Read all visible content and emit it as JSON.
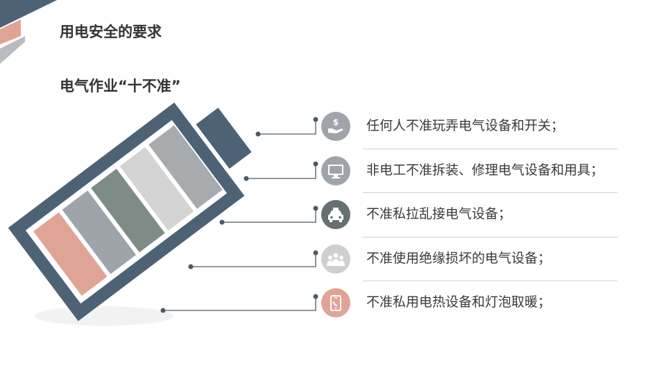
{
  "slide": {
    "title": "用电安全的要求",
    "subtitle": "电气作业“十不准”"
  },
  "colors": {
    "navy": "#4d6275",
    "salmon": "#e0a496",
    "gray": "#9fa4aa",
    "dark_gray": "#666f72",
    "slate_green": "#7e8b87",
    "light_gray": "#d4d4d4",
    "silver": "#a7abae"
  },
  "battery": {
    "cells": [
      {
        "color": "#e0a496"
      },
      {
        "color": "#9fa4aa"
      },
      {
        "color": "#7e8b87"
      },
      {
        "color": "#d4d4d4"
      },
      {
        "color": "#a7abae"
      }
    ]
  },
  "rules": [
    {
      "text": "任何人不准玩弄电气设备和开关；",
      "icon": "money-hand-icon",
      "icon_color": "#9fa4aa"
    },
    {
      "text": "非电工不准拆装、修理电气设备和用具；",
      "icon": "monitor-icon",
      "icon_color": "#9fa4aa"
    },
    {
      "text": "不准私拉乱接电气设备；",
      "icon": "taxi-icon",
      "icon_color": "#666f72"
    },
    {
      "text": "不准使用绝缘损坏的电气设备；",
      "icon": "people-group-icon",
      "icon_color": "#cfcfcf"
    },
    {
      "text": "不准私用电热设备和灯泡取暖；",
      "icon": "phone-call-icon",
      "icon_color": "#e0a496"
    }
  ]
}
